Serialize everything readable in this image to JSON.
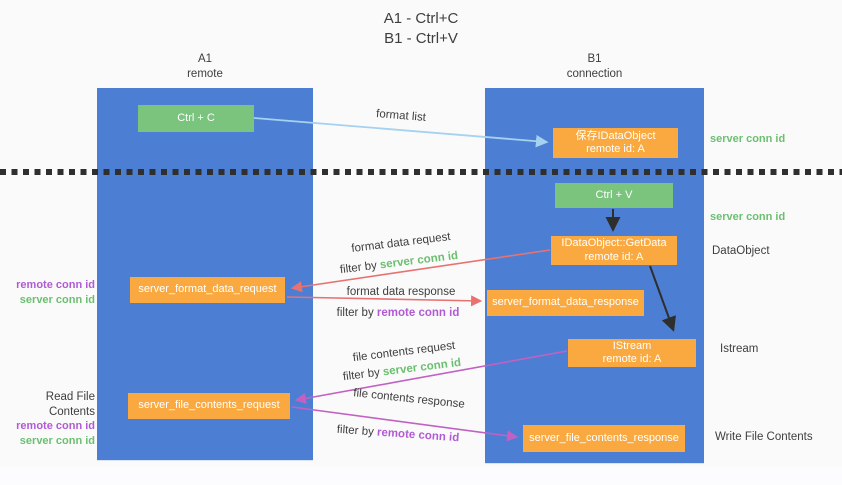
{
  "title": {
    "line1": "A1 - Ctrl+C",
    "line2": "B1 - Ctrl+V"
  },
  "lanes": {
    "a1": {
      "name": "A1",
      "subtitle": "remote"
    },
    "b1": {
      "name": "B1",
      "subtitle": "connection"
    }
  },
  "nodes": {
    "ctrl_c": {
      "label": "Ctrl + C"
    },
    "save_idataobject": {
      "line1": "保存IDataObject",
      "line2": "remote id: A"
    },
    "ctrl_v": {
      "label": "Ctrl + V"
    },
    "idataobject_getdata": {
      "line1": "IDataObject::GetData",
      "line2": "remote id: A"
    },
    "server_format_data_request": {
      "label": "server_format_data_request"
    },
    "server_format_data_response": {
      "label": "server_format_data_response"
    },
    "istream": {
      "line1": "IStream",
      "line2": "remote id: A"
    },
    "server_file_contents_request": {
      "label": "server_file_contents_request"
    },
    "server_file_contents_response": {
      "label": "server_file_contents_response"
    }
  },
  "flow_labels": {
    "format_list": "format list",
    "format_data_request": "format data request",
    "format_data_response": "format data response",
    "file_contents_request": "file contents request",
    "file_contents_response": "file contents response",
    "filter_by": "filter by",
    "server_conn_id": "server conn id",
    "remote_conn_id": "remote conn id"
  },
  "side_labels": {
    "server_conn_id_top": "server conn id",
    "server_conn_id_mid": "server conn id",
    "dataobject": "DataObject",
    "istream": "Istream",
    "write_file_contents": "Write File Contents",
    "read_file_contents": "Read File Contents",
    "remote_conn_id": "remote conn id",
    "server_conn_id": "server conn id"
  },
  "colors": {
    "lane_blue": "#4C7FD3",
    "node_green": "#7AC47E",
    "node_orange": "#F9A940",
    "arrow_blue": "#A5D2EF",
    "arrow_red": "#E87272",
    "arrow_magenta": "#C261C2",
    "arrow_black": "#2E2E2E",
    "text_green": "#6CBF70",
    "text_purple": "#B15BD3",
    "text_dark": "#3E3E3E",
    "bg": "#FAFAFB"
  }
}
